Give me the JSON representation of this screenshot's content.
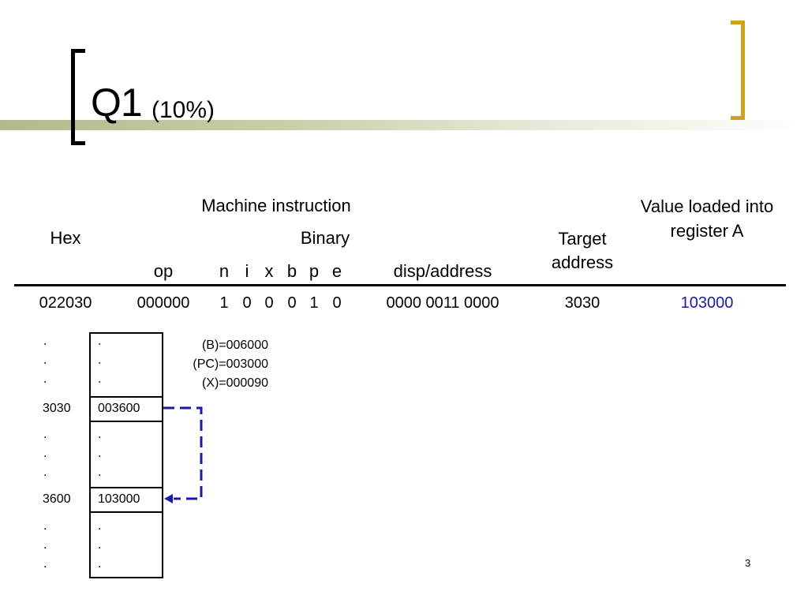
{
  "slide": {
    "title": "Q1",
    "title_suffix": "(10%)",
    "page_number": "3",
    "accent_color": "#d0a21c",
    "bar_color": "#b2b98c"
  },
  "table": {
    "header_machine": "Machine instruction",
    "header_hex": "Hex",
    "header_binary": "Binary",
    "header_op": "op",
    "header_n": "n",
    "header_i": "i",
    "header_x": "x",
    "header_b": "b",
    "header_p": "p",
    "header_e": "e",
    "header_disp": "disp/address",
    "header_target_1": "Target",
    "header_target_2": "address",
    "header_value_1": "Value loaded into",
    "header_value_2": "register A",
    "row": {
      "hex": "022030",
      "op": "000000",
      "n": "1",
      "i": "0",
      "x": "0",
      "b": "0",
      "p": "1",
      "e": "0",
      "disp": "0000 0011 0000",
      "target": "3030",
      "value": "103000",
      "value_color": "#1a1aa6"
    }
  },
  "memory": {
    "registers": [
      "(B)=006000",
      "(PC)=003000",
      "(X)=000090"
    ],
    "dot": ".",
    "entries": [
      {
        "address": "3030",
        "content": "003600"
      },
      {
        "address": "3600",
        "content": "103000"
      }
    ],
    "arrow_color": "#1a1aa6"
  }
}
